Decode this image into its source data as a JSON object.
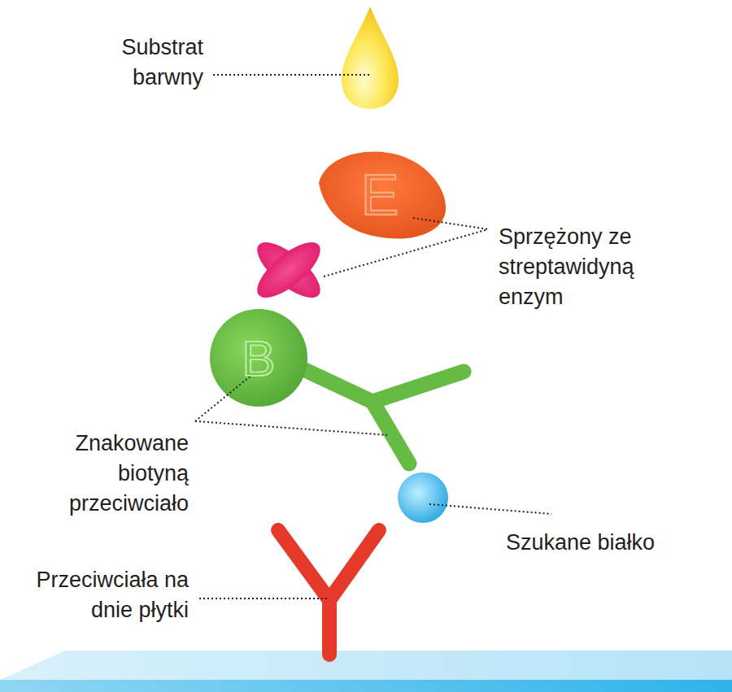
{
  "diagram": {
    "labels": [
      "Substrat barwny",
      "E",
      "Sprzężony ze streptawidyną enzym",
      "B",
      "Znakowane biotyną przeciwciało",
      "Szukane białko",
      "Przeciwciała na dnie płytki"
    ]
  }
}
